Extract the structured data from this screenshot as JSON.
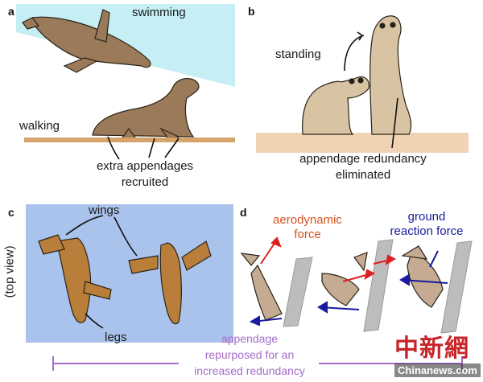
{
  "panels": {
    "a": {
      "label": "a",
      "swimming": "swimming",
      "walking": "walking",
      "extra": "extra appendages",
      "recruited": "recruited"
    },
    "b": {
      "label": "b",
      "standing": "standing",
      "redundancy": "appendage redundancy",
      "eliminated": "eliminated"
    },
    "c": {
      "label": "c",
      "wings": "wings",
      "legs": "legs",
      "top_view": "(top view)"
    },
    "d": {
      "label": "d",
      "aero1": "aerodynamic",
      "aero2": "force",
      "ground1": "ground",
      "ground2": "reaction force"
    }
  },
  "bottom": {
    "line1": "appendage",
    "line2": "repurposed for an",
    "line3": "increased redundancy"
  },
  "watermark": {
    "cn": "中新網",
    "en": "Chinanews.com"
  },
  "colors": {
    "water": "#c6eef5",
    "ground_a": "#d6a36a",
    "ground_b": "#f0d3b2",
    "panel_c_bg": "#a9c3ec",
    "animal_brown": "#9a7a58",
    "meerkat": "#d8c4a2",
    "bird": "#c4ab92",
    "aero_arrow": "#e02020",
    "ground_arrow": "#1a1aa0",
    "bracket": "#a66cc8"
  }
}
